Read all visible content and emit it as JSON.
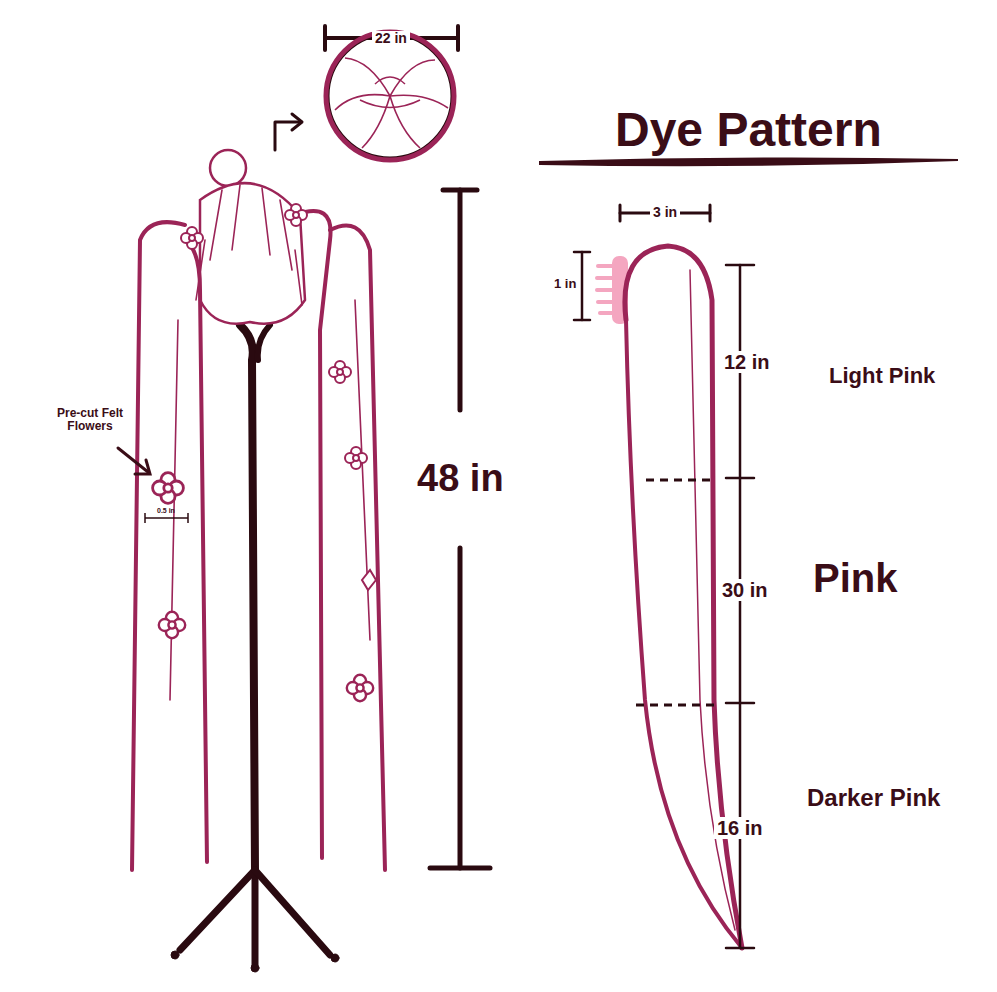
{
  "diagram": {
    "title": "Dye Pattern",
    "labels": [
      "22 in",
      "Pre-cut Felt Flowers",
      "0.5 in",
      "48 in",
      "3 in",
      "1 in",
      "12 in",
      "Light Pink",
      "30 in",
      "Pink",
      "16 in",
      "Darker Pink"
    ]
  }
}
